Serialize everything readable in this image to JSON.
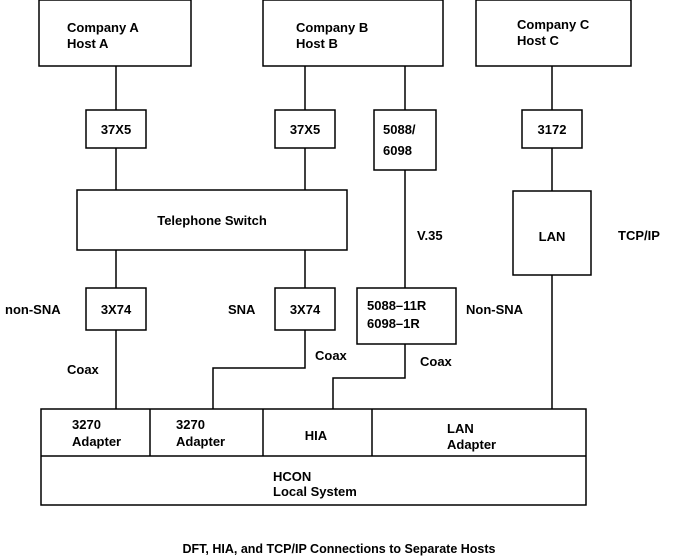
{
  "hosts": {
    "a": {
      "line1": "Company A",
      "line2": "Host A"
    },
    "b": {
      "line1": "Company B",
      "line2": "Host B"
    },
    "c": {
      "line1": "Company C",
      "line2": "Host C"
    }
  },
  "controllers": {
    "cc_a": "37X5",
    "cc_b": "37X5",
    "prot_conv_1": "5088/",
    "prot_conv_2": "6098",
    "c_ctrl": "3172"
  },
  "switch_label": "Telephone Switch",
  "lan": {
    "label": "LAN",
    "protocol": "TCP/IP"
  },
  "link_v35": "V.35",
  "cluster": {
    "a": "3X74",
    "b": "3X74",
    "hia_ctrl_1": "5088–11R",
    "hia_ctrl_2": "6098–1R"
  },
  "side_labels": {
    "non_sna_a": "non-SNA",
    "sna_b": "SNA",
    "non_sna_c": "Non-SNA"
  },
  "coax_labels": {
    "a": "Coax",
    "b": "Coax",
    "c": "Coax"
  },
  "adapters": {
    "adapter1": {
      "line1": "3270",
      "line2": "Adapter"
    },
    "adapter2": {
      "line1": "3270",
      "line2": "Adapter"
    },
    "hia": "HIA",
    "lan": {
      "line1": "LAN",
      "line2": "Adapter"
    }
  },
  "local_system": {
    "line1": "HCON",
    "line2": "Local System"
  },
  "caption": "DFT, HIA, and TCP/IP Connections to Separate Hosts"
}
